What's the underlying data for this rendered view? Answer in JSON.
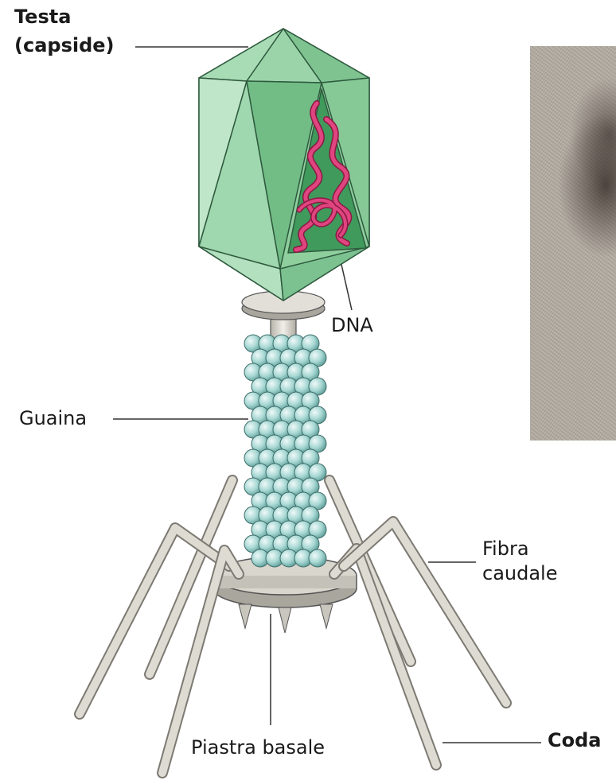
{
  "labels": {
    "head_line1": "Testa",
    "head_line2": "(capside)",
    "dna": "DNA",
    "sheath": "Guaina",
    "tail_fiber_line1": "Fibra",
    "tail_fiber_line2": "caudale",
    "base_plate": "Piastra basale",
    "tail": "Coda"
  },
  "colors": {
    "capsid": "#8fcf9e",
    "dna": "#d6336c",
    "sheath_bead": "#a8d8d4",
    "fiber": "#dedbd3",
    "plate": "#d9d6ce"
  },
  "icons": {
    "micrograph": "electron-micrograph-image"
  }
}
